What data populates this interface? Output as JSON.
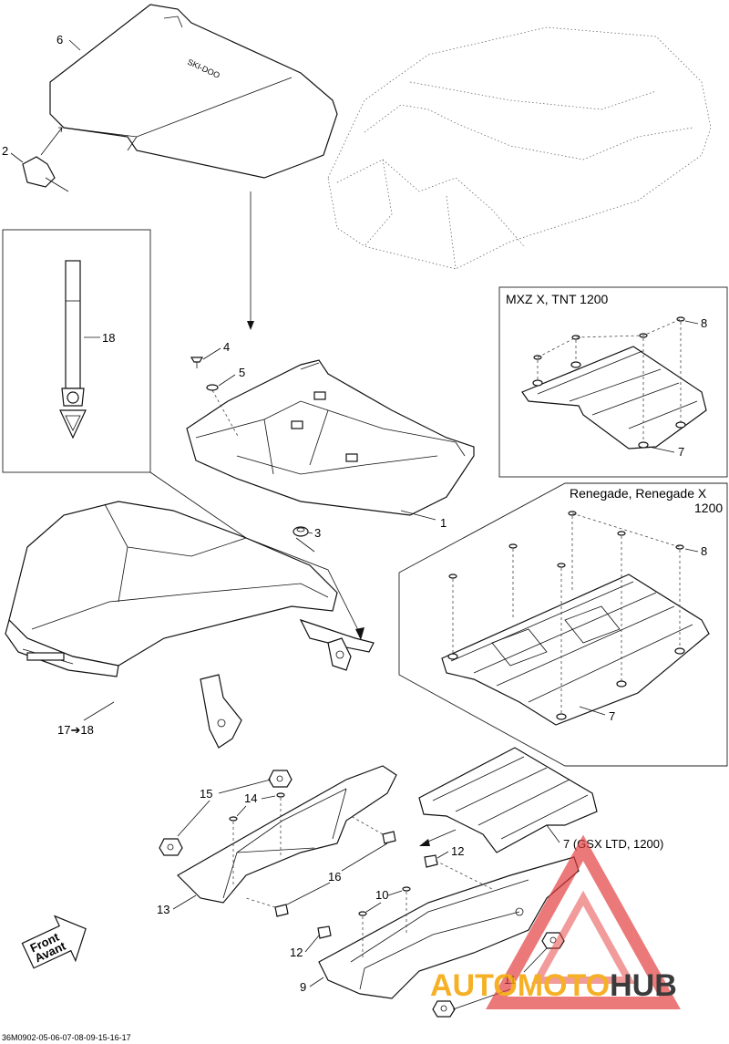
{
  "diagram": {
    "callouts": {
      "c1": "1",
      "c2": "2",
      "c3": "3",
      "c4": "4",
      "c5": "5",
      "c6": "6",
      "c7_mxz": "7",
      "c7_ren": "7",
      "c7_gsx": "7 (GSX LTD, 1200)",
      "c8_mxz": "8",
      "c8_ren": "8",
      "c9": "9",
      "c10": "10",
      "c11": "11",
      "c12a": "12",
      "c12b": "12",
      "c13": "13",
      "c14": "14",
      "c15": "15",
      "c16": "16",
      "c18": "18",
      "c17_18": "17➔18"
    },
    "boxes": {
      "mxz_title": "MXZ X, TNT 1200",
      "renegade_title_line1": "Renegade, Renegade X",
      "renegade_title_line2": "1200"
    },
    "front_tag": {
      "line1": "Front",
      "line2": "Avant"
    },
    "drawing_code": "36M0902-05-06-07-08-09-15-16-17"
  },
  "watermark": {
    "auto": "AUTO",
    "moto": "MOTO",
    "hub": "HUB",
    "color_auto": "#f4a300",
    "color_hub": "#1a1a1a",
    "color_triangle": "#e23b3b"
  }
}
